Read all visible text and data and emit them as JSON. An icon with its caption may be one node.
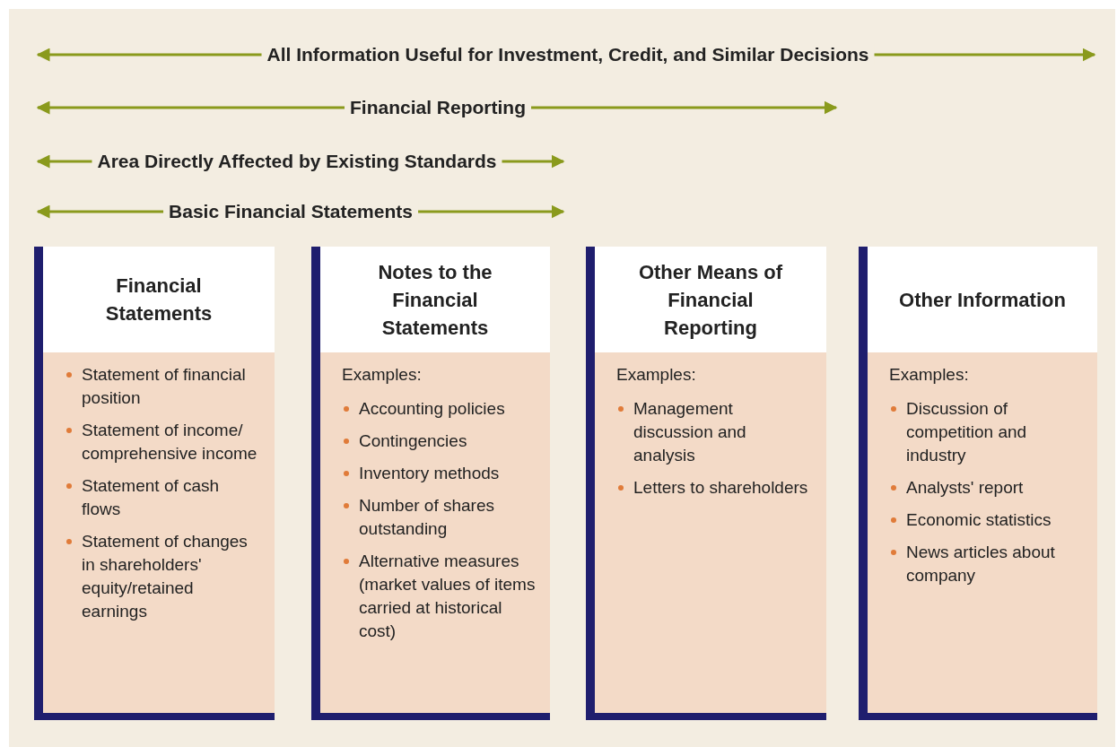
{
  "diagram": {
    "nodes": [
      {
        "text": [
          "Financial Statements",
          "Statement of financial position",
          "Statement of income/ comprehensive income",
          "Statement of cash flows",
          "Statement of changes in shareholders' equity/retained earnings"
        ]
      },
      {
        "text": [
          "Notes to the Financial Statements",
          "Examples:",
          "Accounting policies",
          "Contingencies",
          "Inventory methods",
          "Number of shares outstanding",
          "Alternative measures (market values of items carried at historical cost)"
        ]
      },
      {
        "text": [
          "Other Means of Financial Reporting",
          "Examples:",
          "Management discussion and analysis",
          "Letters to shareholders"
        ]
      },
      {
        "text": [
          "Other Information",
          "Examples:",
          "Discussion of competition and industry",
          "Analysts' report",
          "Economic statistics",
          "News articles about company"
        ]
      }
    ],
    "edges": [],
    "labels": [
      "All Information Useful for Investment, Credit, and Similar Decisions",
      "Financial Reporting",
      "Area Directly Affected by Existing Standards",
      "Basic Financial Statements"
    ]
  }
}
